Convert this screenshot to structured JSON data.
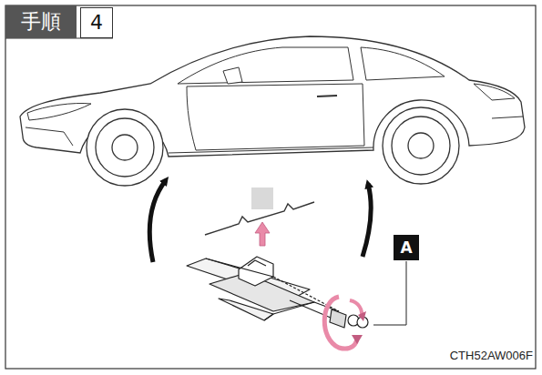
{
  "diagram": {
    "nodes": [
      {
        "text": [
          "手順"
        ]
      },
      {
        "text": [
          "4"
        ]
      },
      {
        "text": [
          "A"
        ]
      }
    ],
    "labels": [
      "CTH52AW006F"
    ]
  }
}
